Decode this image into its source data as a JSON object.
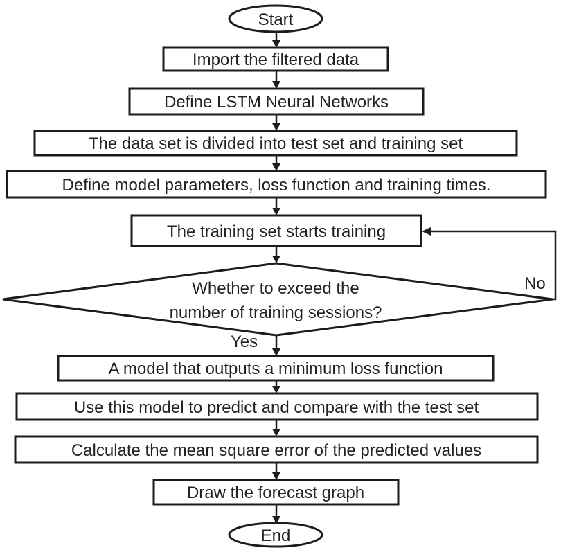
{
  "flowchart": {
    "start": "Start",
    "end": "End",
    "steps": {
      "import": "Import the filtered data",
      "define_lstm": "Define LSTM Neural Networks",
      "divide": "The data set is divided into test set and training set",
      "define_params": "Define model parameters, loss function and training times.",
      "training": "The training set starts training",
      "output_model": "A model that outputs a minimum loss function",
      "predict": "Use this model to predict and compare with the test set",
      "mse": "Calculate the mean square error of the predicted values",
      "draw": "Draw the forecast graph"
    },
    "decision": {
      "line1": "Whether to exceed the",
      "line2": "number of training sessions?"
    },
    "edges": {
      "yes": "Yes",
      "no": "No"
    }
  }
}
